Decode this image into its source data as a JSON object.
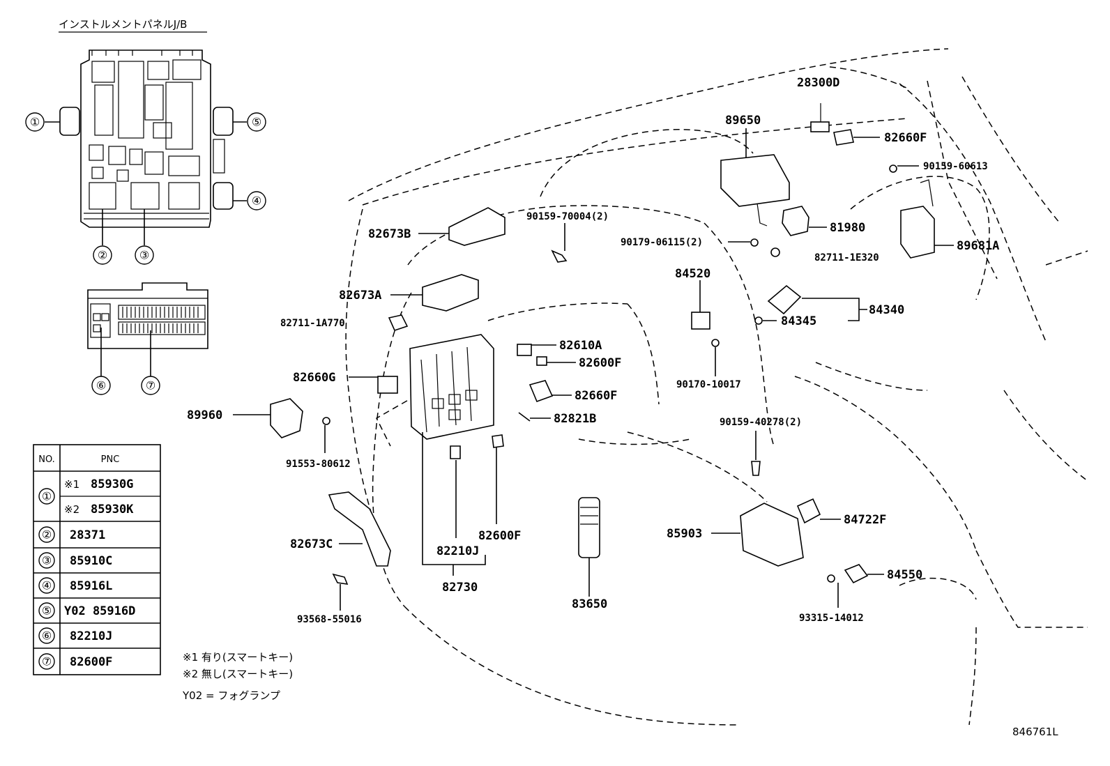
{
  "header_title": "インストルメントパネルJ/B",
  "figure_code": "846761L",
  "callouts": [
    "①",
    "②",
    "③",
    "④",
    "⑤",
    "⑥",
    "⑦"
  ],
  "parts": {
    "p28300D": "28300D",
    "p89650": "89650",
    "p82660F_top": "82660F",
    "p90159_60613": "90159-60613",
    "p90159_70004": "90159-70004(2)",
    "p82673B": "82673B",
    "p90179_06115": "90179-06115(2)",
    "p81980": "81980",
    "p89681A": "89681A",
    "p82711_1E320": "82711-1E320",
    "p84520": "84520",
    "p82673A": "82673A",
    "p84340": "84340",
    "p84345": "84345",
    "p82711_1A770": "82711-1A770",
    "p82610A": "82610A",
    "p82600F_a": "82600F",
    "p90170_10017": "90170-10017",
    "p82660G": "82660G",
    "p82660F_mid": "82660F",
    "p89960": "89960",
    "p82821B": "82821B",
    "p90159_40278": "90159-40278(2)",
    "p91553_80612": "91553-80612",
    "p84722F": "84722F",
    "p82600F_b": "82600F",
    "p85903": "85903",
    "p82673C": "82673C",
    "p82210J": "82210J",
    "p84550": "84550",
    "p82730": "82730",
    "p83650": "83650",
    "p93315_14012": "93315-14012",
    "p93568_55016": "93568-55016"
  },
  "table": {
    "header_no": "NO.",
    "header_pnc": "PNC",
    "rows": [
      {
        "no": "①",
        "items": [
          {
            "mark": "※1",
            "pnc": "85930G"
          },
          {
            "mark": "※2",
            "pnc": "85930K"
          }
        ]
      },
      {
        "no": "②",
        "pnc": "28371"
      },
      {
        "no": "③",
        "pnc": "85910C"
      },
      {
        "no": "④",
        "pnc": "85916L"
      },
      {
        "no": "⑤",
        "pnc": "Y02 85916D"
      },
      {
        "no": "⑥",
        "pnc": "82210J"
      },
      {
        "no": "⑦",
        "pnc": "82600F"
      }
    ]
  },
  "notes": [
    "※1 有り(スマートキー)",
    "※2 無し(スマートキー)",
    "Y02 = フォグランプ"
  ]
}
